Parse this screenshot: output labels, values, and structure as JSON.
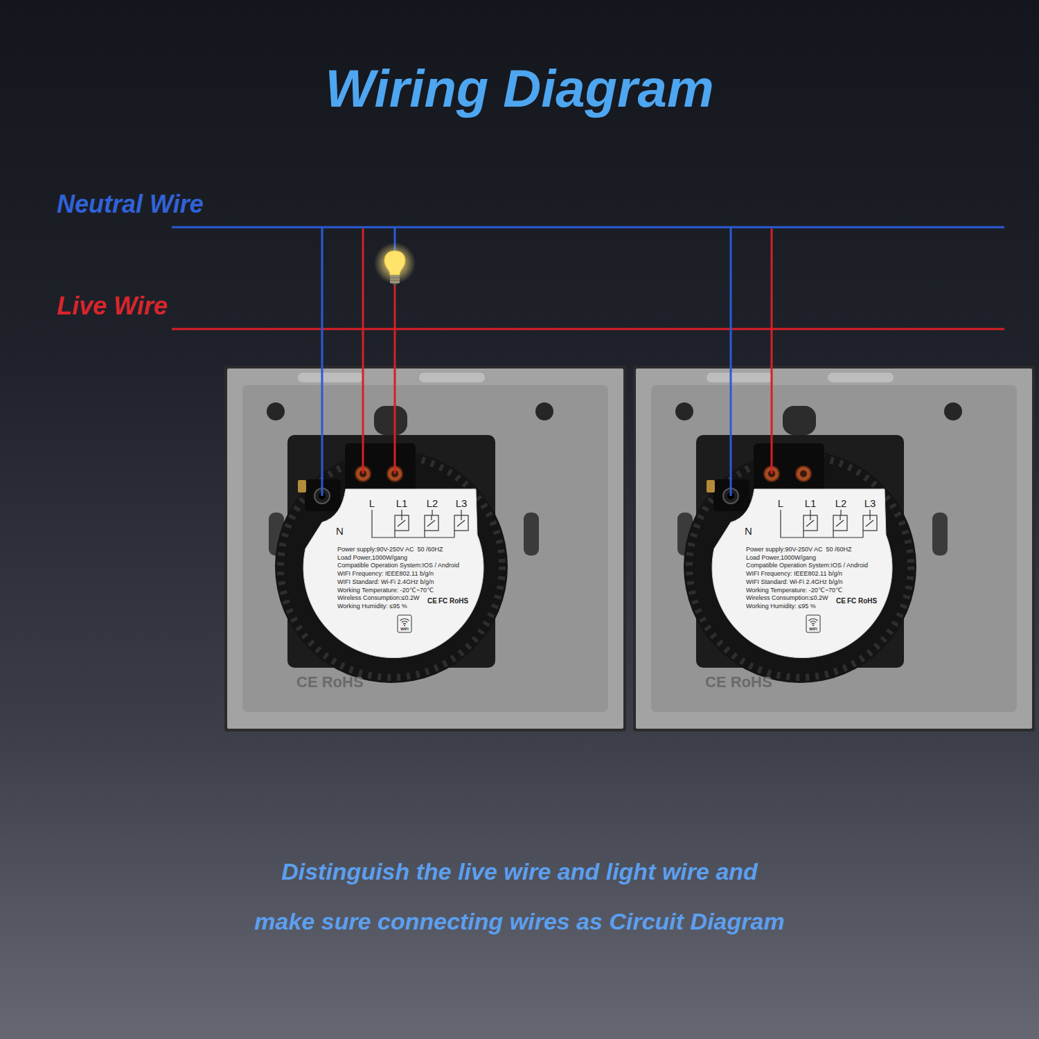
{
  "diagram": {
    "title": "Wiring Diagram",
    "caption": "Distinguish the live wire and light wire and make sure connecting wires as Circuit Diagram",
    "nodes": [
      {
        "text": [
          "L",
          "L1",
          "L2",
          "L3",
          "N",
          "Power supply:90V-250V AC  50 /60HZ",
          "Load Power,1000W/gang",
          "Compatible Operation System:IOS / Android",
          "WIFI Frequency: IEEE802.11 b/g/n",
          "WIFI Standard: Wi-Fi 2.4GHz b/g/n",
          "Working Temperature: -20℃~70℃",
          "Wireless Consumption:≤0.2W",
          "Working Humidity: ≤95 %",
          "CE",
          "FC",
          "RoHS",
          "WIFI"
        ]
      },
      {
        "text": [
          "L",
          "L1",
          "L2",
          "L3",
          "N",
          "Power supply:90V-250V AC  50 /60HZ",
          "Load Power,1000W/gang",
          "Compatible Operation System:IOS / Android",
          "WIFI Frequency: IEEE802.11 b/g/n",
          "WIFI Standard: Wi-Fi 2.4GHz b/g/n",
          "Working Temperature: -20℃~70℃",
          "Wireless Consumption:≤0.2W",
          "Working Humidity: ≤95 %",
          "CE",
          "FC",
          "RoHS",
          "WIFI"
        ]
      }
    ],
    "labels": [
      "Neutral Wire",
      "Live Wire",
      "CE RoHS",
      "CE RoHS"
    ]
  }
}
